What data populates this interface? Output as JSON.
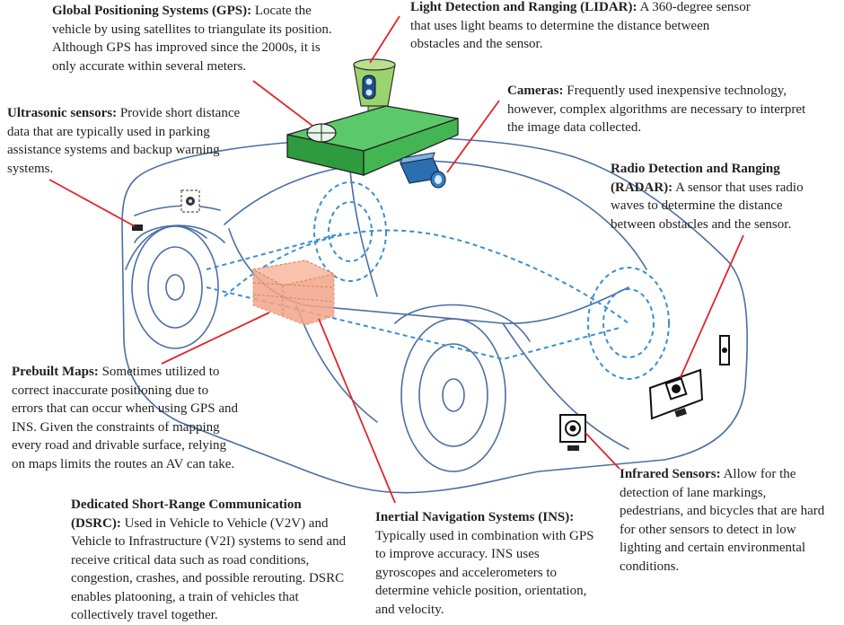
{
  "callouts": {
    "gps": {
      "title": "Global Positioning Systems (GPS):",
      "text": "Locate the vehicle by using satellites to triangulate its position. Although GPS has improved since the 2000s, it is only accurate within several meters."
    },
    "lidar": {
      "title": "Light Detection and Ranging (LIDAR):",
      "text": "A 360-degree sensor that uses light beams to determine the distance between obstacles and the sensor."
    },
    "ultrasonic": {
      "title": "Ultrasonic sensors:",
      "text": "Provide short distance data that are typically used in parking assistance systems and backup warning systems."
    },
    "cameras": {
      "title": "Cameras:",
      "text": "Frequently used inexpensive technology, however, complex algorithms are necessary to interpret the image data collected."
    },
    "radar": {
      "title": "Radio Detection and Ranging (RADAR):",
      "text": "A sensor that uses radio waves to determine the distance between obstacles and the sensor."
    },
    "maps": {
      "title": "Prebuilt Maps:",
      "text": "Sometimes utilized to correct inaccurate positioning due to errors that can occur when using GPS and INS. Given the constraints of mapping every road and drivable surface, relying on maps limits the routes  an AV can take."
    },
    "dsrc": {
      "title": "Dedicated Short-Range Communication (DSRC):",
      "text": "Used in Vehicle to Vehicle (V2V) and Vehicle to Infrastructure (V2I) systems to send and receive critical data such as road conditions, congestion, crashes, and possible rerouting. DSRC enables platooning, a train of vehicles that collectively travel together."
    },
    "ins": {
      "title": "Inertial Navigation Systems (INS):",
      "text": "Typically used in combination with GPS to improve accuracy. INS uses gyroscopes and accelerometers to determine vehicle position, orientation, and velocity."
    },
    "infrared": {
      "title": "Infrared Sensors:",
      "text": "Allow for the detection of lane markings, pedestrians, and bicycles that are hard for other sensors to detect in low lighting and certain environmental conditions."
    }
  },
  "colors": {
    "leader": "#e0262b",
    "car_outline": "#4a6fa5",
    "dashed": "#3a8fd0",
    "gps_unit": "#3cb54a",
    "maps_block": "#f4a58a"
  },
  "icons": [
    "car-outline",
    "lidar-sensor-icon",
    "gps-unit-icon",
    "camera-icon",
    "radar-sensor-icon",
    "infrared-sensor-icon",
    "ultrasonic-sensor-icon",
    "map-block-icon"
  ]
}
